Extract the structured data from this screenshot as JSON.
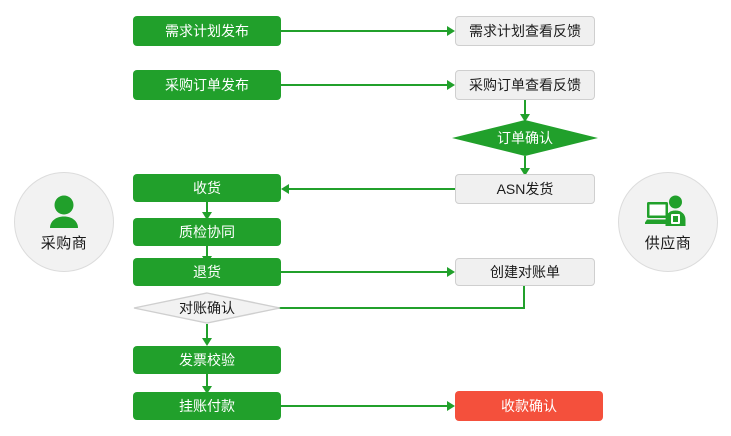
{
  "colors": {
    "green": "#21a02b",
    "red": "#f4503c",
    "grey_fill": "#f0f0f0",
    "grey_border": "#cfcfcf",
    "circle_fill": "#f2f2f2",
    "text_dark": "#1b1b1b",
    "text_light": "#ffffff",
    "background": "#ffffff"
  },
  "actors": {
    "left": {
      "label": "采购商",
      "icon": "person-icon"
    },
    "right": {
      "label": "供应商",
      "icon": "person-at-computer-icon"
    }
  },
  "nodes": {
    "demand_plan_publish": {
      "label": "需求计划发布",
      "style": "green"
    },
    "demand_plan_feedback": {
      "label": "需求计划查看反馈",
      "style": "grey"
    },
    "po_publish": {
      "label": "采购订单发布",
      "style": "green"
    },
    "po_feedback": {
      "label": "采购订单查看反馈",
      "style": "grey"
    },
    "order_confirm": {
      "label": "订单确认",
      "style": "green-diamond"
    },
    "asn_ship": {
      "label": "ASN发货",
      "style": "grey"
    },
    "receive_goods": {
      "label": "收货",
      "style": "green"
    },
    "quality_check": {
      "label": "质检协同",
      "style": "green"
    },
    "return_goods": {
      "label": "退货",
      "style": "green"
    },
    "create_statement": {
      "label": "创建对账单",
      "style": "grey"
    },
    "statement_confirm": {
      "label": "对账确认",
      "style": "grey-diamond"
    },
    "invoice_verify": {
      "label": "发票校验",
      "style": "green"
    },
    "payable_payment": {
      "label": "挂账付款",
      "style": "green"
    },
    "receipt_confirm": {
      "label": "收款确认",
      "style": "red"
    }
  }
}
